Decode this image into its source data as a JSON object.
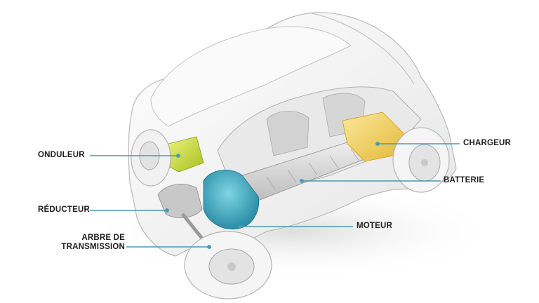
{
  "labels": {
    "onduleur": "ONDULEUR",
    "reducteur": "RÉDUCTEUR",
    "arbre_line1": "ARBRE DE",
    "arbre_line2": "TRANSMISSION",
    "chargeur": "CHARGEUR",
    "batterie": "BATTERIE",
    "moteur": "MOTEUR"
  },
  "colors": {
    "leader_line": "#4a9ab0",
    "motor": "#3aa7bf",
    "inverter": "#c8dc3a",
    "charger": "#f0d25a",
    "battery": "#e6e6e6",
    "body": "#f4f4f4",
    "outline": "#b9b9b9"
  }
}
